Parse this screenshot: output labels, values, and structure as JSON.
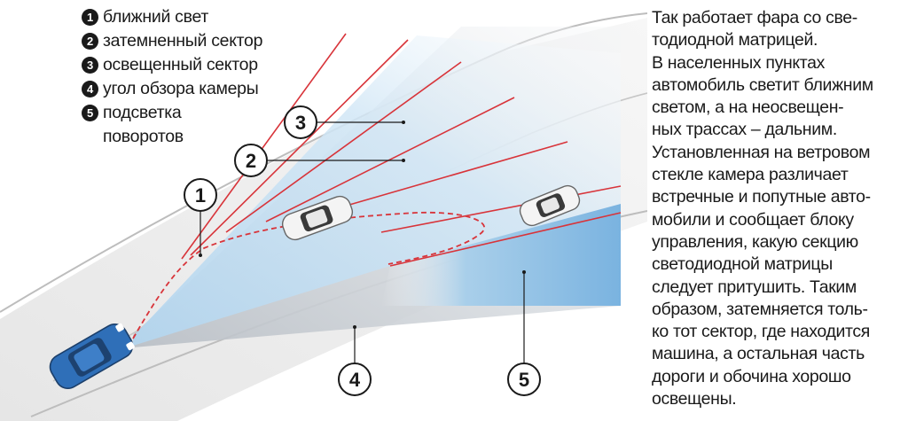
{
  "legend": {
    "items": [
      {
        "number": "1",
        "label": "ближний свет"
      },
      {
        "number": "2",
        "label": "затемненный сектор"
      },
      {
        "number": "3",
        "label": "освещенный сектор"
      },
      {
        "number": "4",
        "label": "угол обзора камеры"
      },
      {
        "number": "5",
        "label": "подсветка\nповоротов"
      }
    ]
  },
  "callouts": [
    {
      "number": "1"
    },
    {
      "number": "2"
    },
    {
      "number": "3"
    },
    {
      "number": "4"
    },
    {
      "number": "5"
    }
  ],
  "description": "Так работает фара со све-\nтодиодной матрицей.\nВ населенных пунктах\nавтомобиль светит ближним\nсветом, а на неосвещен-\nных трассах – дальним.\nУстановленная на ветровом\nстекле камера различает\nвстречные и попутные авто-\nмобили и сообщает блоку\nуправления, какую секцию\nсветодиодной матрицы\nследует притушить. Таким\nобразом, затемняется толь-\nко тот сектор, где находится\nмашина, а остальная часть\nдороги и обочина хорошо\nосвещены.",
  "colors": {
    "beam_blue": "#a9cfea",
    "cone_gray": "#c4c9ce",
    "sector_red": "#d8343a",
    "car_blue": "#2f6fb8",
    "car_white": "#f2f2f2"
  }
}
